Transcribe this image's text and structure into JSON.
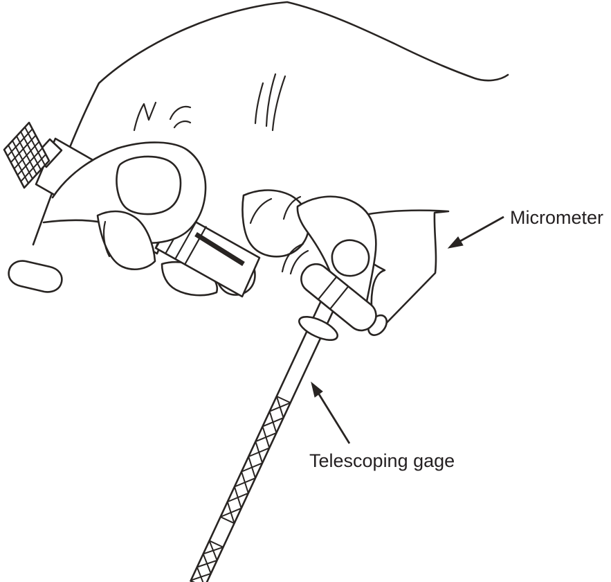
{
  "figure": {
    "background_color": "#ffffff",
    "line_color": "#231f20",
    "labels": [
      {
        "id": "micrometer",
        "text": "Micrometer"
      },
      {
        "id": "telescoping_gage",
        "text": "Telescoping gage"
      }
    ]
  }
}
